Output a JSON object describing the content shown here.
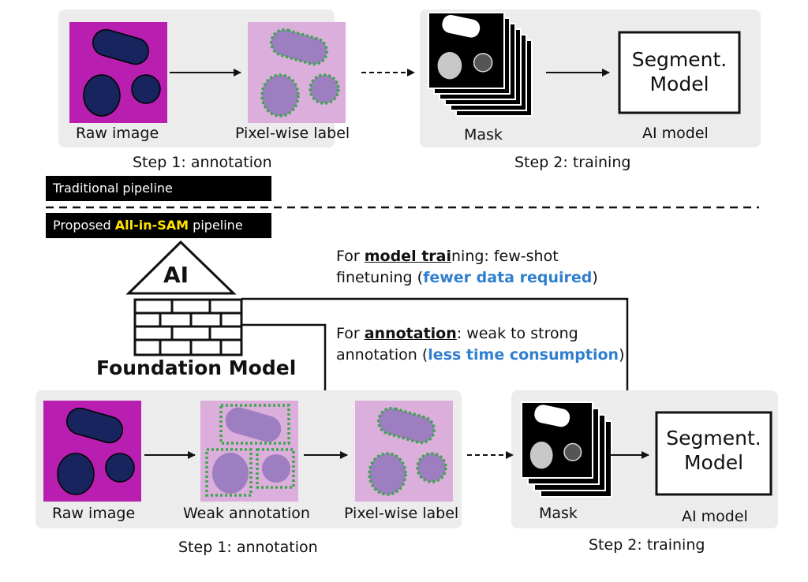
{
  "traditional": {
    "bar_label": "Traditional pipeline",
    "raw_image_label": "Raw image",
    "pixel_label": "Pixel-wise label",
    "mask_label": "Mask",
    "model_box_line1": "Segment.",
    "model_box_line2": "Model",
    "ai_model_label": "AI model",
    "step1_caption": "Step 1: annotation",
    "step2_caption": "Step 2: training"
  },
  "proposed": {
    "bar_prefix": "Proposed ",
    "bar_highlight": "All-in-SAM",
    "bar_suffix": " pipeline",
    "house_label": "AI",
    "foundation_label": "Foundation Model",
    "training_note": {
      "prefix": "For ",
      "bold_part1": "model trai",
      "rest1": "ning: few-shot",
      "line2_prefix": "finetuning (",
      "blue": "fewer data required",
      "line2_suffix": ")"
    },
    "annotation_note": {
      "prefix": "For ",
      "bold": "annotation",
      "rest1": ": weak to strong",
      "line2_prefix": "annotation (",
      "blue": "less time consumption",
      "line2_suffix": ")"
    },
    "raw_image_label": "Raw image",
    "weak_label": "Weak annotation",
    "pixel_label": "Pixel-wise label",
    "mask_label": "Mask",
    "model_box_line1": "Segment.",
    "model_box_line2": "Model",
    "ai_model_label": "AI model",
    "step1_caption": "Step 1: annotation",
    "step2_caption": "Step 2: training"
  },
  "colors": {
    "raw_bg": "#b81fb0",
    "label_bg": "#dcaedb",
    "cell_dark": "#17245e",
    "cell_light": "#9d7ec0",
    "dots": "#3aa84a",
    "panel": "#ececec",
    "highlight_yellow": "#ffe400",
    "highlight_blue": "#2f7fd0"
  }
}
